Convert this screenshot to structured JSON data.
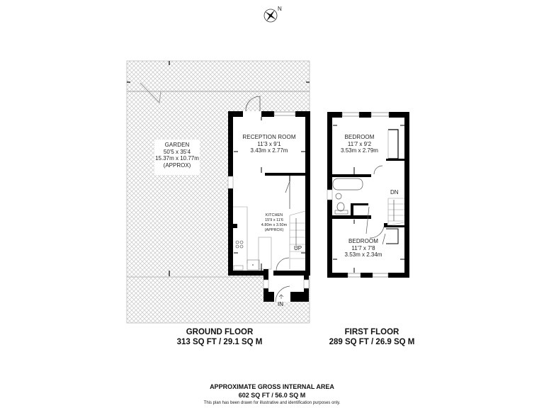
{
  "compass": {
    "icon": "compass-rose-icon",
    "north_label": "N"
  },
  "ground_floor": {
    "title": "GROUND FLOOR",
    "area": "313 SQ FT / 29.1 SQ M",
    "garden": {
      "name": "GARDEN",
      "imperial": "50'5 x 35'4",
      "metric": "15.37m x 10.77m",
      "note": "(APPROX)"
    },
    "reception": {
      "name": "RECEPTION ROOM",
      "imperial": "11'3 x 9'1",
      "metric": "3.43m x 2.77m"
    },
    "kitchen": {
      "name": "KITCHEN",
      "imperial": "15'9 x 11'6",
      "metric": "4.80m x 3.50m",
      "note": "(APPROX)"
    },
    "stairs_label": "UP",
    "entrance_label": "IN"
  },
  "first_floor": {
    "title": "FIRST FLOOR",
    "area": "289 SQ FT / 26.9 SQ M",
    "bedroom1": {
      "name": "BEDROOM",
      "imperial": "11'7 x 9'2",
      "metric": "3.53m x 2.79m"
    },
    "bedroom2": {
      "name": "BEDROOM",
      "imperial": "11'7 x 7'8",
      "metric": "3.53m x 2.34m"
    },
    "stairs_label": "DN"
  },
  "summary": {
    "title": "APPROXIMATE GROSS INTERNAL AREA",
    "total_area": "602 SQ FT / 56.0 SQ M",
    "disclaimer": "This plan has been drawn for illustrative and identification purposes only."
  },
  "colors": {
    "wall": "#000000",
    "hatch": "#d9d9d9",
    "line": "#9a9a9a"
  }
}
